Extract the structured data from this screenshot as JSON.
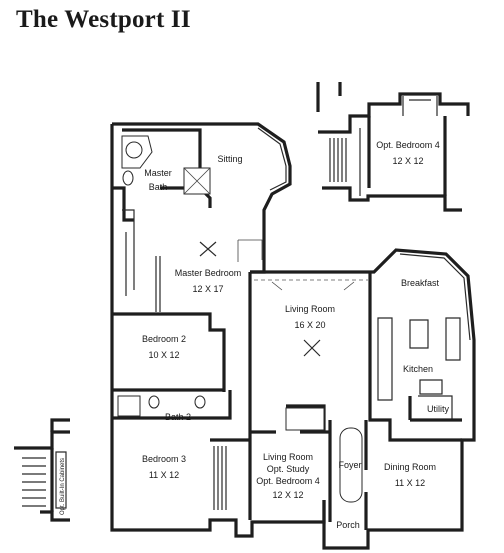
{
  "title": "The Westport II",
  "rooms": {
    "sitting": "Sitting",
    "master_bath": [
      "Master",
      "Bath"
    ],
    "master_bedroom": [
      "Master Bedroom",
      "12 X 17"
    ],
    "opt_bedroom4": [
      "Opt. Bedroom 4",
      "12 X 12"
    ],
    "breakfast": "Breakfast",
    "living_room": [
      "Living Room",
      "16 X 20"
    ],
    "bedroom2": [
      "Bedroom 2",
      "10 X 12"
    ],
    "kitchen": "Kitchen",
    "bath2": "Bath 2",
    "utility": "Utility",
    "bedroom3": [
      "Bedroom 3",
      "11 X 12"
    ],
    "living_study": [
      "Living Room",
      "Opt. Study",
      "Opt. Bedroom 4",
      "12 X 12"
    ],
    "foyer": "Foyer",
    "dining_room": [
      "Dining Room",
      "11 X 12"
    ],
    "porch": "Porch",
    "opt_cabinets": "Opt. Built-In Cabinets"
  }
}
